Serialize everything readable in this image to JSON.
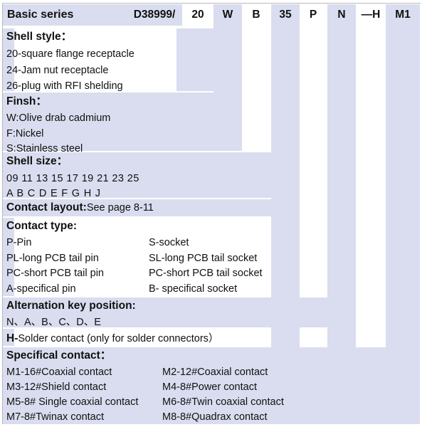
{
  "colors": {
    "band_blue": "#d9ddef",
    "page_bg": "#ffffff",
    "text": "#111111",
    "rule": "#b9b9b9"
  },
  "header": {
    "title": "Basic series",
    "cells": [
      {
        "label": "D38999/",
        "shaded": false
      },
      {
        "label": "20",
        "shaded": false
      },
      {
        "label": "W",
        "shaded": true
      },
      {
        "label": "B",
        "shaded": false
      },
      {
        "label": "35",
        "shaded": true
      },
      {
        "label": "P",
        "shaded": false
      },
      {
        "label": "N",
        "shaded": true
      },
      {
        "label": "—H",
        "shaded": false
      },
      {
        "label": "M1",
        "shaded": true
      }
    ]
  },
  "sections": {
    "shell_style": {
      "heading": "Shell style：",
      "lines": [
        "20-square flange receptacle",
        "24-Jam nut receptacle",
        "26-plug with RFI shelding"
      ]
    },
    "finish": {
      "heading": "Finsh：",
      "lines": [
        "W:Olive drab cadmium",
        "F:Nickel",
        "S:Stainless steel"
      ]
    },
    "shell_size": {
      "heading": "Shell size：",
      "numbers": "09  11  13  15  17  19  21  23  25",
      "letters": "A   B   C   D   E   F   G   H   J"
    },
    "contact_layout": {
      "heading": "Contact layout:",
      "value": "See page  8-11"
    },
    "contact_type": {
      "heading": "Contact type:",
      "rows": [
        {
          "left": "P-Pin",
          "right": "S-socket"
        },
        {
          "left": "PL-long PCB tail  pin",
          "right": "SL-long PCB tail socket"
        },
        {
          "left": "PC-short PCB tail pin",
          "right": "PC-short PCB tail socket"
        },
        {
          "left": "A-specifical pin",
          "right": "B- specifical socket"
        }
      ]
    },
    "alternation_key": {
      "heading": "Alternation key position:",
      "values": "N、A、B、C、D、E"
    },
    "solder": {
      "prefix": "H-",
      "text": "Solder contact (only for solder connectors）"
    },
    "specifical_contact": {
      "heading": "Specifical contact：",
      "rows": [
        {
          "left": "M1-16#Coaxial contact",
          "right": "M2-12#Coaxial contact"
        },
        {
          "left": "M3-12#Shield contact",
          "right": "M4-8#Power contact"
        },
        {
          "left": "M5-8# Single coaxial contact",
          "right": "M6-8#Twin coaxial contact"
        },
        {
          "left": "M7-8#Twinax contact",
          "right": "M8-8#Quadrax contact"
        }
      ]
    }
  }
}
